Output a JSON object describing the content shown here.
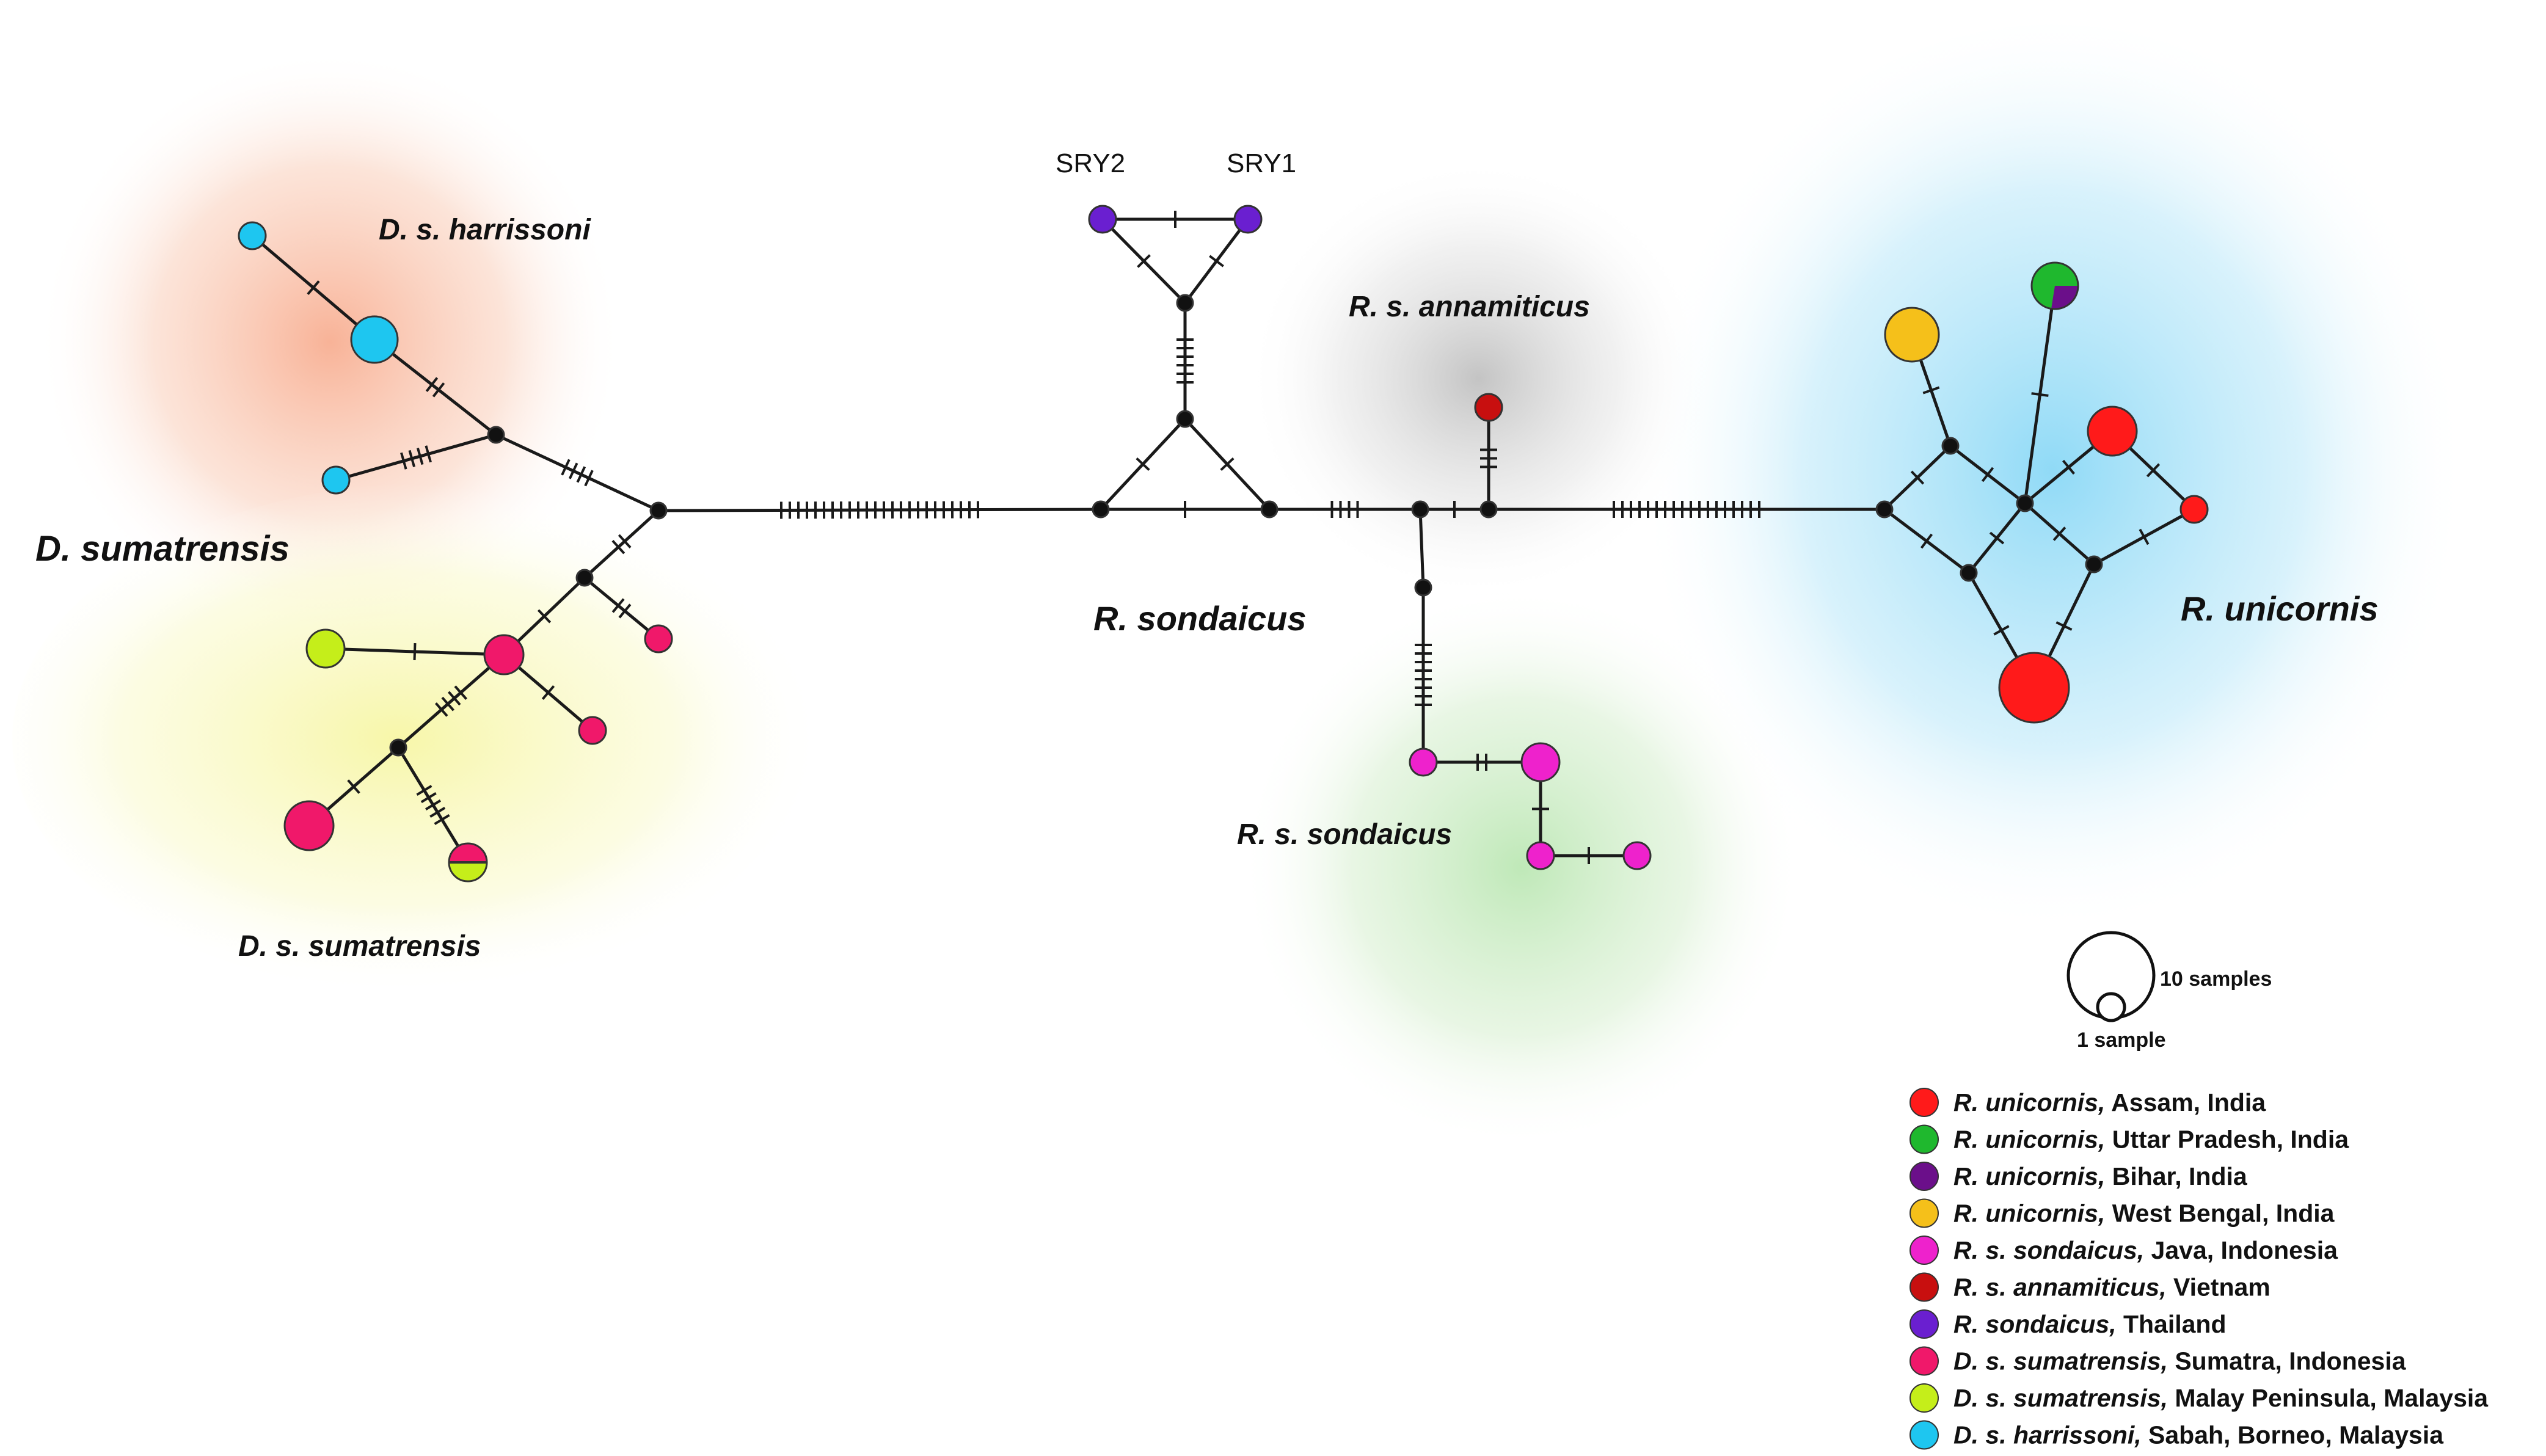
{
  "groups": {
    "d_sumatrensis": "D. sumatrensis",
    "d_s_harrissoni": "D. s. harrissoni",
    "d_s_sumatrensis": "D. s. sumatrensis",
    "r_sondaicus": "R. sondaicus",
    "r_s_annamiticus": "R. s. annamiticus",
    "r_s_sondaicus": "R. s. sondaicus",
    "r_unicornis": "R. unicornis"
  },
  "nodes": {
    "sry1": "SRY1",
    "sry2": "SRY2"
  },
  "scale": {
    "big": "10 samples",
    "small": "1 sample"
  },
  "legend": [
    {
      "species": "R. unicornis,",
      "location": "Assam, India",
      "color": "#ff1a1a"
    },
    {
      "species": "R. unicornis,",
      "location": "Uttar Pradesh, India",
      "color": "#1fb82e"
    },
    {
      "species": "R. unicornis,",
      "location": "Bihar, India",
      "color": "#6b0f8a"
    },
    {
      "species": "R. unicornis,",
      "location": "West Bengal, India",
      "color": "#f5c01a"
    },
    {
      "species": "R. s. sondaicus,",
      "location": "Java, Indonesia",
      "color": "#ee22cc"
    },
    {
      "species": "R. s. annamiticus,",
      "location": "Vietnam",
      "color": "#c80f0f"
    },
    {
      "species": "R. sondaicus,",
      "location": "Thailand",
      "color": "#6a1fd0"
    },
    {
      "species": "D. s. sumatrensis,",
      "location": "Sumatra, Indonesia",
      "color": "#f0186a"
    },
    {
      "species": "D. s. sumatrensis,",
      "location": "Malay Peninsula, Malaysia",
      "color": "#c5ee1a"
    },
    {
      "species": "D. s. harrissoni,",
      "location": "Sabah, Borneo, Malaysia",
      "color": "#1ec6f0"
    }
  ]
}
